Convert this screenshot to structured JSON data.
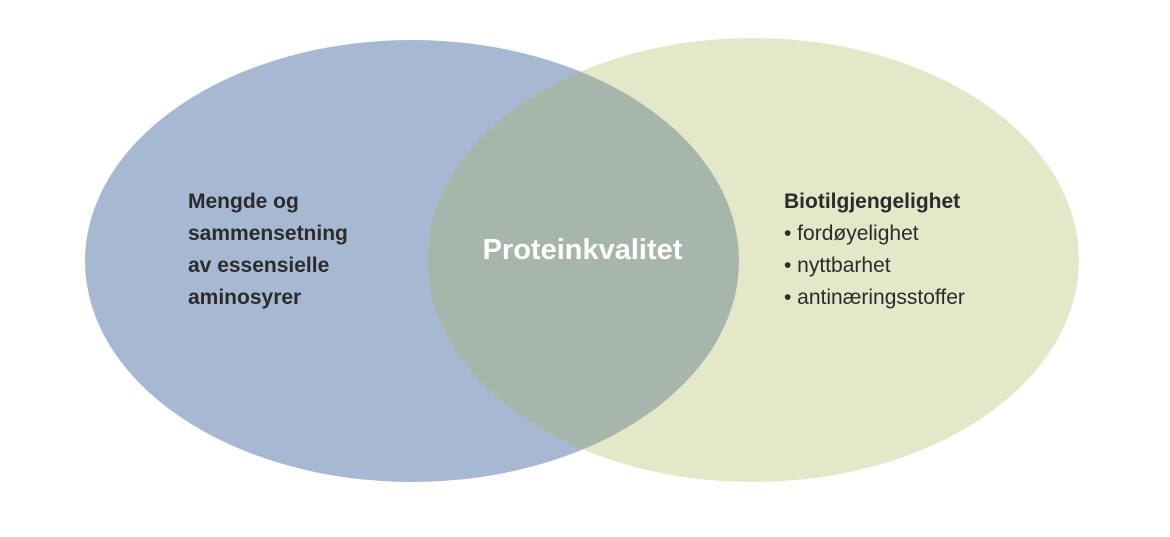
{
  "left_circle": {
    "lines": [
      "Mengde og",
      "sammensetning",
      "av essensielle",
      "aminosyrer"
    ],
    "color": "#a6b8d2"
  },
  "right_circle": {
    "heading": "Biotilgjengelighet",
    "bullets": [
      "• fordøyelighet",
      "• nyttbarhet",
      "• antinæringsstoffer"
    ],
    "color": "#e2e8c8"
  },
  "intersection": {
    "label": "Proteinkvalitet",
    "color": "#a6b6aa"
  }
}
